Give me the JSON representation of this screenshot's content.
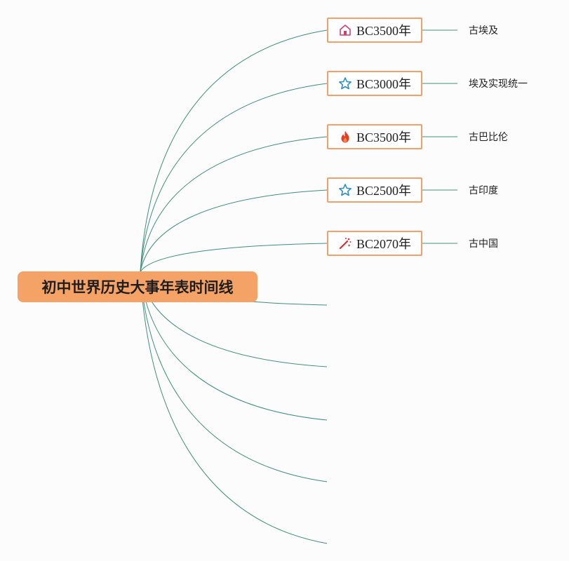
{
  "title": "初中世界历史大事年表时间线",
  "branches": [
    {
      "label": "BC3500年",
      "icon": "house-icon",
      "desc": "古埃及"
    },
    {
      "label": "BC3000年",
      "icon": "star-icon",
      "desc": "埃及实现统一"
    },
    {
      "label": "BC3500年",
      "icon": "fire-icon",
      "desc": "古巴比伦"
    },
    {
      "label": "BC2500年",
      "icon": "star-icon",
      "desc": "古印度"
    },
    {
      "label": "BC2070年",
      "icon": "magic-wand-icon",
      "desc": "古中国"
    }
  ],
  "empty_branch_count": 5,
  "colors": {
    "root_fill": "#f5a266",
    "node_border": "#f2a06b",
    "edge": "#3f8f7a",
    "house_icon": "#d2406a",
    "star_icon": "#2f8fc8",
    "fire_icon": "#e53d22",
    "wand_icon": "#d92f2f"
  }
}
